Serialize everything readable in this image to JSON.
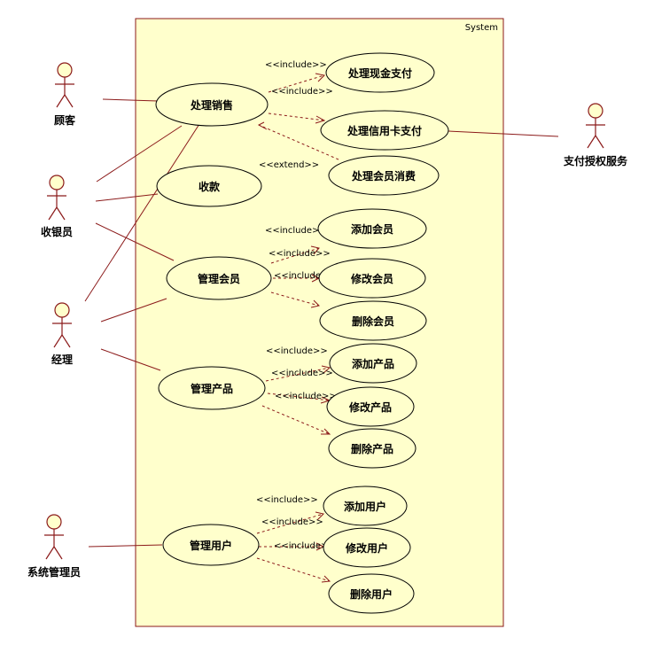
{
  "system_label": "System",
  "colors": {
    "boundary_fill": "#ffffcc",
    "line": "#8b1a1a",
    "text": "#000000"
  },
  "actors": {
    "customer": "顾客",
    "cashier": "收银员",
    "manager": "经理",
    "sysadmin": "系统管理员",
    "payment_service": "支付授权服务"
  },
  "use_cases": {
    "process_sale": "处理销售",
    "cash_payment": "处理现金支付",
    "card_payment": "处理信用卡支付",
    "member_spend": "处理会员消费",
    "collect_payment": "收款",
    "manage_members": "管理会员",
    "add_member": "添加会员",
    "edit_member": "修改会员",
    "delete_member": "删除会员",
    "manage_products": "管理产品",
    "add_product": "添加产品",
    "edit_product": "修改产品",
    "delete_product": "删除产品",
    "manage_users": "管理用户",
    "add_user": "添加用户",
    "edit_user": "修改用户",
    "delete_user": "删除用户"
  },
  "stereotypes": {
    "include": "<<include>>",
    "extend": "<<extend>>"
  }
}
